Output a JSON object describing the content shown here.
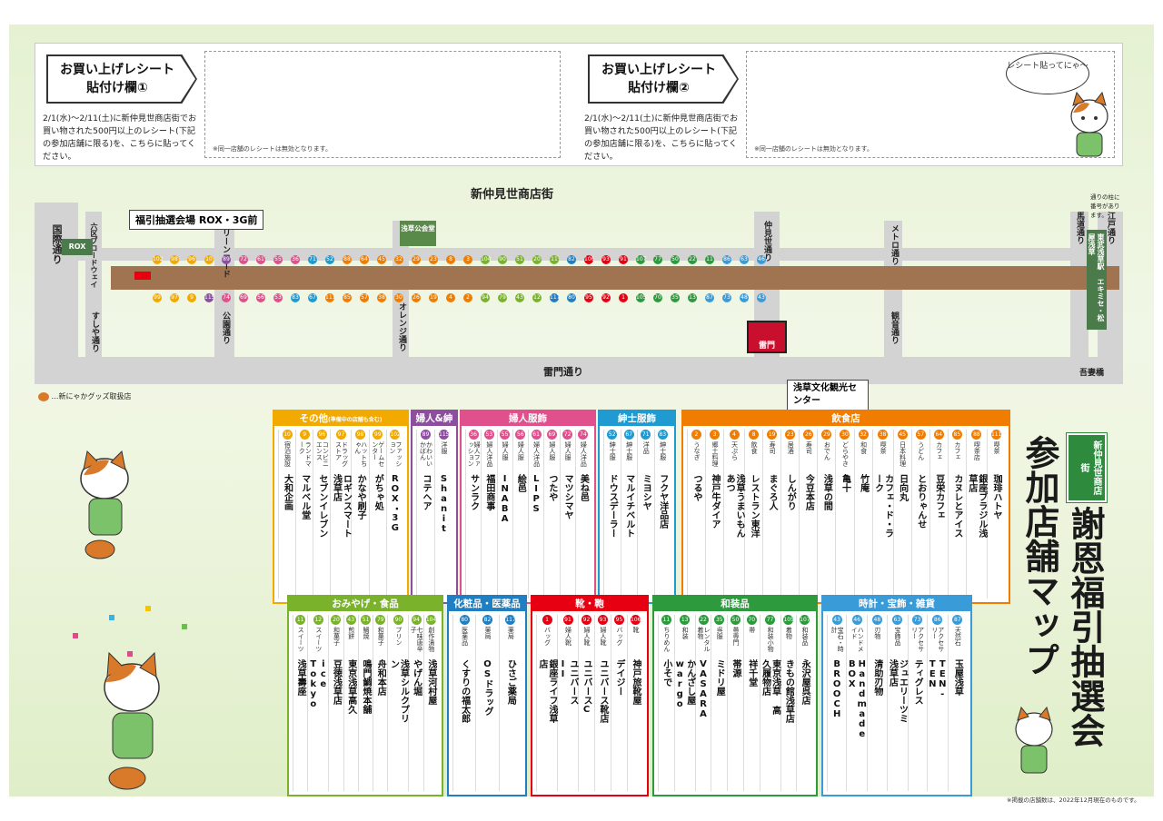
{
  "receipts": [
    {
      "tag_line1": "お買い上げレシート",
      "tag_line2": "貼付け欄①",
      "description": "2/1(水)～2/11(土)に新仲見世商店街でお買い物された500円以上のレシート(下記の参加店舗に限る)を、こちらに貼ってください。",
      "note": "※同一店舗のレシートは無効となります。"
    },
    {
      "tag_line1": "お買い上げレシート",
      "tag_line2": "貼付け欄②",
      "description": "2/1(水)～2/11(土)に新仲見世商店街でお買い物された500円以上のレシート(下記の参加店舗に限る)を、こちらに貼ってください。",
      "note": "※同一店舗のレシートは無効となります。"
    }
  ],
  "speech_bubble": "レシート貼ってにゃ～",
  "map": {
    "street_name": "新仲見世商店街",
    "venue_label": "福引抽選会場 ROX・3G前",
    "roads": {
      "kokusai": "国際通り",
      "rokku": "六区ブロードウェイ",
      "sushiya": "すしや通り",
      "green": "グリーンロード",
      "koen": "公園通り",
      "orange": "オレンジ通り",
      "nakamise": "仲見世通り",
      "kaminarimon_dori": "雷門通り",
      "metro": "メトロ通り",
      "kannon": "観音通り",
      "umamichi": "馬道通り",
      "edo": "江戸通り",
      "azumabashi": "吾妻橋"
    },
    "landmarks": {
      "rox": "ROX",
      "koukaido": "浅草公会堂",
      "kaminarimon": "雷門",
      "tourist_center": "浅草文化観光センター",
      "station": "東武浅草駅 エキミセ・松屋浅草",
      "pillar_note": "通りの柱に番号があります。"
    },
    "legend": "…新にゃかグッズ取扱店"
  },
  "categories": [
    {
      "name": "その他",
      "sub": "(準備中の店舗も含む)",
      "color": "#f2a900",
      "stores": [
        {
          "num": "102",
          "type": "ファッション",
          "name": "ROX・3G"
        },
        {
          "num": "99",
          "type": "ゲームセンター",
          "name": "がちゃ処"
        },
        {
          "num": "98",
          "type": "ハットちゃん",
          "name": "かなや刷子"
        },
        {
          "num": "97",
          "type": "ドラッグストア",
          "name": "ロギンスマート浅草店"
        },
        {
          "num": "96",
          "type": "コンビニエンス",
          "name": "セブンイレブン"
        },
        {
          "num": "9",
          "type": "ランドマーク",
          "name": "マルベル堂"
        },
        {
          "num": "10",
          "type": "宿泊施設",
          "name": "大和企画"
        }
      ]
    },
    {
      "name": "婦人&紳士",
      "sub": "",
      "color": "#8e4ea0",
      "stores": [
        {
          "num": "115",
          "type": "洋服",
          "name": "Shanit"
        },
        {
          "num": "89",
          "type": "かわいいかばん",
          "name": "コテヘア"
        }
      ]
    },
    {
      "name": "婦人服飾",
      "sub": "",
      "color": "#e0508c",
      "stores": [
        {
          "num": "74",
          "type": "婦人洋品",
          "name": "美ね邑"
        },
        {
          "num": "72",
          "type": "婦人服",
          "name": "マツシマヤ"
        },
        {
          "num": "69",
          "type": "婦人服",
          "name": "つたや"
        },
        {
          "num": "61",
          "type": "婦人洋品",
          "name": "LIPS"
        },
        {
          "num": "56",
          "type": "婦人服",
          "name": "絵邑"
        },
        {
          "num": "55",
          "type": "婦人服",
          "name": "INABA"
        },
        {
          "num": "53",
          "type": "婦人洋品",
          "name": "福田商事"
        },
        {
          "num": "36",
          "type": "婦人ファッション",
          "name": "サンラク"
        }
      ]
    },
    {
      "name": "紳士服飾",
      "sub": "",
      "color": "#1f9bd1",
      "stores": [
        {
          "num": "83",
          "type": "紳士服",
          "name": "フクヤ洋品店"
        },
        {
          "num": "71",
          "type": "洋品",
          "name": "ミヨシヤ"
        },
        {
          "num": "67",
          "type": "紳士服",
          "name": "マルイチベルト"
        },
        {
          "num": "52",
          "type": "紳士服",
          "name": "ドウスデーラー"
        }
      ]
    },
    {
      "name": "飲食店",
      "sub": "",
      "color": "#f07d00",
      "stores": [
        {
          "num": "111",
          "type": "喫茶",
          "name": "珈琲ハトヤ"
        },
        {
          "num": "88",
          "type": "喫茶店",
          "name": "銀座ブラジル浅草店"
        },
        {
          "num": "85",
          "type": "カフェ",
          "name": "カヌレとアイス"
        },
        {
          "num": "64",
          "type": "カフェ",
          "name": "豆栄カフェ"
        },
        {
          "num": "57",
          "type": "うどん",
          "name": "とおりゃんせ"
        },
        {
          "num": "45",
          "type": "日本料理",
          "name": "日向丸"
        },
        {
          "num": "38",
          "type": "喫茶",
          "name": "カフェ・ド・ラーク"
        },
        {
          "num": "32",
          "type": "和食",
          "name": "竹庵"
        },
        {
          "num": "30",
          "type": "どらやき",
          "name": "亀十"
        },
        {
          "num": "29",
          "type": "おでん",
          "name": "浅草の間"
        },
        {
          "num": "26",
          "type": "寿司",
          "name": "今豆本店"
        },
        {
          "num": "23",
          "type": "居酒",
          "name": "しんがり"
        },
        {
          "num": "19",
          "type": "寿司",
          "name": "まぐろ人"
        },
        {
          "num": "8",
          "type": "飲食",
          "name": "レストラン東洋"
        },
        {
          "num": "4",
          "type": "天ぷら",
          "name": "浅草うまいもんあつ"
        },
        {
          "num": "3",
          "type": "郷土料理",
          "name": "神戸牛ダイア"
        },
        {
          "num": "2",
          "type": "うなぎ",
          "name": "つるや"
        }
      ]
    },
    {
      "name": "おみやげ・食品",
      "sub": "",
      "color": "#7ab32b",
      "stores": [
        {
          "num": "104",
          "type": "創作漬物",
          "name": "浅草河村屋"
        },
        {
          "num": "94",
          "type": "七味唐辛子",
          "name": "やげん堀"
        },
        {
          "num": "90",
          "type": "プリン",
          "name": "浅草シルクプリン"
        },
        {
          "num": "79",
          "type": "和菓子",
          "name": "舟和本店"
        },
        {
          "num": "51",
          "type": "鯛焼",
          "name": "鳴門鯛焼本舗"
        },
        {
          "num": "43",
          "type": "煎餅",
          "name": "東京浅草高久"
        },
        {
          "num": "20",
          "type": "和菓子",
          "name": "豆徳浅草店"
        },
        {
          "num": "12",
          "type": "スイーツ",
          "name": "ice Tokyo"
        },
        {
          "num": "11",
          "type": "スイーツ",
          "name": "浅草壽座"
        }
      ]
    },
    {
      "name": "化粧品・医薬品",
      "sub": "",
      "color": "#1f7fc2",
      "stores": [
        {
          "num": "117",
          "type": "薬局",
          "name": "ひさご薬局"
        },
        {
          "num": "82",
          "type": "薬局",
          "name": "OSドラッグ"
        },
        {
          "num": "80",
          "type": "医薬品",
          "name": "くすりの福太郎"
        }
      ]
    },
    {
      "name": "靴・鞄",
      "sub": "",
      "color": "#e60012",
      "stores": [
        {
          "num": "106",
          "type": "靴",
          "name": "神戸旅靴屋"
        },
        {
          "num": "95",
          "type": "バッグ",
          "name": "デイジー"
        },
        {
          "num": "93",
          "type": "婦人靴",
          "name": "ユニバース靴店"
        },
        {
          "num": "92",
          "type": "婦人靴",
          "name": "ユニバースC"
        },
        {
          "num": "91",
          "type": "婦人靴",
          "name": "ユニバースII"
        },
        {
          "num": "1",
          "type": "バッグ",
          "name": "銀座ライフ浅草店"
        }
      ]
    },
    {
      "name": "和装品",
      "sub": "",
      "color": "#2e9a3e",
      "stores": [
        {
          "num": "107",
          "type": "和装品",
          "name": "永沢屋呉店"
        },
        {
          "num": "105",
          "type": "着物",
          "name": "きもの館浅草店"
        },
        {
          "num": "77",
          "type": "和装小物",
          "name": "東京浅草 高久履物店"
        },
        {
          "num": "70",
          "type": "帯",
          "name": "祥千堂"
        },
        {
          "num": "50",
          "type": "帯専門",
          "name": "帯源"
        },
        {
          "num": "35",
          "type": "呉服",
          "name": "ミドリ屋"
        },
        {
          "num": "22",
          "type": "レンタル着物",
          "name": "VASARA"
        },
        {
          "num": "13",
          "type": "和装",
          "name": "かんざし屋wargo"
        },
        {
          "num": "11",
          "type": "ちりめん",
          "name": "小そで"
        }
      ]
    },
    {
      "name": "時計・宝飾・雑貨",
      "sub": "",
      "color": "#3a9bd9",
      "stores": [
        {
          "num": "87",
          "type": "天然石",
          "name": "玉屋浅草"
        },
        {
          "num": "86",
          "type": "アクセサリー",
          "name": "TEN-TEN"
        },
        {
          "num": "73",
          "type": "アクセサリー",
          "name": "ティグレス"
        },
        {
          "num": "63",
          "type": "宝飾品",
          "name": "ジュエリーツミ浅草店"
        },
        {
          "num": "48",
          "type": "刃物",
          "name": "清助刃物"
        },
        {
          "num": "46",
          "type": "ハンドメイド",
          "name": "Handmade BOX"
        },
        {
          "num": "43",
          "type": "宝石・時計",
          "name": "BROOCH"
        }
      ]
    }
  ],
  "title": {
    "badge": "新仲見世商店街",
    "line1": "謝恩福引抽選会",
    "line2": "参加店舗マップ"
  },
  "footnote": "※掲載の店舗数は、2022年12月現在のものです。"
}
